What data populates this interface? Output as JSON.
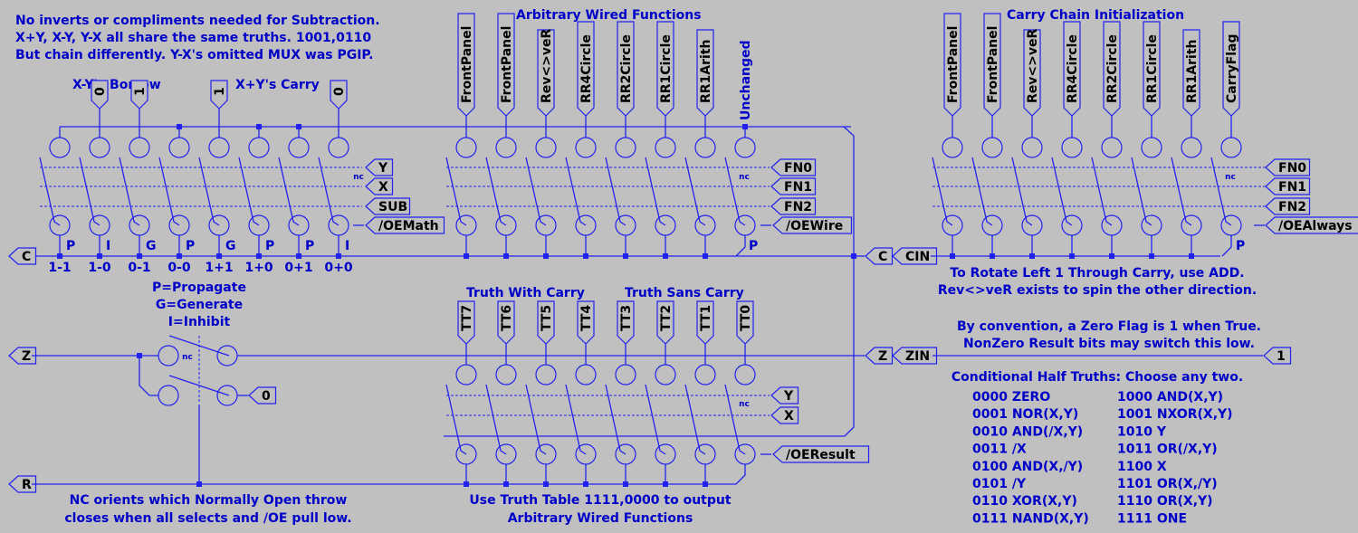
{
  "notes": {
    "subtraction": [
      "No inverts or compliments needed for Subtraction.",
      "X+Y, X-Y, Y-X all share the same truths. 1001,0110",
      "But chain differently. Y-X's omitted MUX was PGIP."
    ],
    "borrow_title": "X-Y's Borrow",
    "carry_title": "X+Y's Carry",
    "pgi_legend": [
      "P=Propagate",
      "G=Generate",
      "I=Inhibit"
    ],
    "nc_orients": [
      "NC orients which Normally Open throw",
      "closes when all selects and /OE pull low."
    ],
    "arbitrary_title": "Arbitrary Wired Functions",
    "truth_with_carry": "Truth With Carry",
    "truth_sans_carry": "Truth Sans Carry",
    "truth_table_note": [
      "Use Truth Table 1111,0000 to output",
      "Arbitrary Wired Functions"
    ],
    "carry_init_title": "Carry Chain Initialization",
    "rotate_note": [
      "To Rotate Left 1 Through Carry, use ADD.",
      "Rev<>veR exists to spin the other direction."
    ],
    "zero_note": [
      "By convention, a Zero Flag is 1 when True.",
      "NonZero Result bits may switch this low."
    ],
    "half_truths_title": "Conditional Half Truths: Choose any two."
  },
  "math_block": {
    "top_flags": [
      {
        "label": "0",
        "col": 1
      },
      {
        "label": "1",
        "col": 2
      },
      {
        "label": "1",
        "col": 4
      },
      {
        "label": "0",
        "col": 7
      }
    ],
    "select_flags": [
      "Y",
      "X",
      "SUB"
    ],
    "oe_flag": "/OEMath",
    "pgi_marks": [
      "P",
      "I",
      "G",
      "P",
      "G",
      "P",
      "P",
      "I"
    ],
    "case_labels": [
      "1-1",
      "1-0",
      "0-1",
      "0-0",
      "1+1",
      "1+0",
      "0+1",
      "0+0"
    ],
    "nc": "nc",
    "out_flag": "C"
  },
  "wire_block": {
    "top_flags": [
      "FrontPanel",
      "FrontPanel",
      "Rev<>veR",
      "RR4Circle",
      "RR2Circle",
      "RR1Circle",
      "RR1Arith"
    ],
    "unchanged_label": "Unchanged",
    "select_flags": [
      "FN0",
      "FN1",
      "FN2"
    ],
    "oe_flag": "/OEWire",
    "p_mark": "P",
    "nc": "nc"
  },
  "carry_block": {
    "top_flags": [
      "FrontPanel",
      "FrontPanel",
      "Rev<>veR",
      "RR4Circle",
      "RR2Circle",
      "RR1Circle",
      "RR1Arith",
      "CarryFlag"
    ],
    "select_flags": [
      "FN0",
      "FN1",
      "FN2"
    ],
    "oe_flag": "/OEAlways",
    "p_mark": "P",
    "nc": "nc",
    "in_flag": "CIN"
  },
  "truth_block": {
    "top_flags": [
      "TT7",
      "TT6",
      "TT5",
      "TT4",
      "TT3",
      "TT2",
      "TT1",
      "TT0"
    ],
    "select_flags": [
      "Y",
      "X"
    ],
    "oe_flag": "/OEResult",
    "nc": "nc"
  },
  "zero_block": {
    "left_flag": "Z",
    "right_flag": "Z",
    "const_flag": "0",
    "nc": "nc",
    "zin_flag": "ZIN",
    "one_flag": "1"
  },
  "result_flag": "R",
  "carry_mid_flag": "C",
  "half_truths": {
    "left": [
      "0000 ZERO",
      "0001 NOR(X,Y)",
      "0010 AND(/X,Y)",
      "0011 /X",
      "0100 AND(X,/Y)",
      "0101 /Y",
      "0110 XOR(X,Y)",
      "0111 NAND(X,Y)"
    ],
    "right": [
      "1000 AND(X,Y)",
      "1001 NXOR(X,Y)",
      "1010 Y",
      "1011 OR(/X,Y)",
      "1100 X",
      "1101 OR(X,/Y)",
      "1110 OR(X,Y)",
      "1111 ONE"
    ]
  },
  "colors": {
    "background": "#c0c0c0",
    "wire": "#2222ee",
    "text": "#0000c8",
    "flag_text": "#000000"
  }
}
